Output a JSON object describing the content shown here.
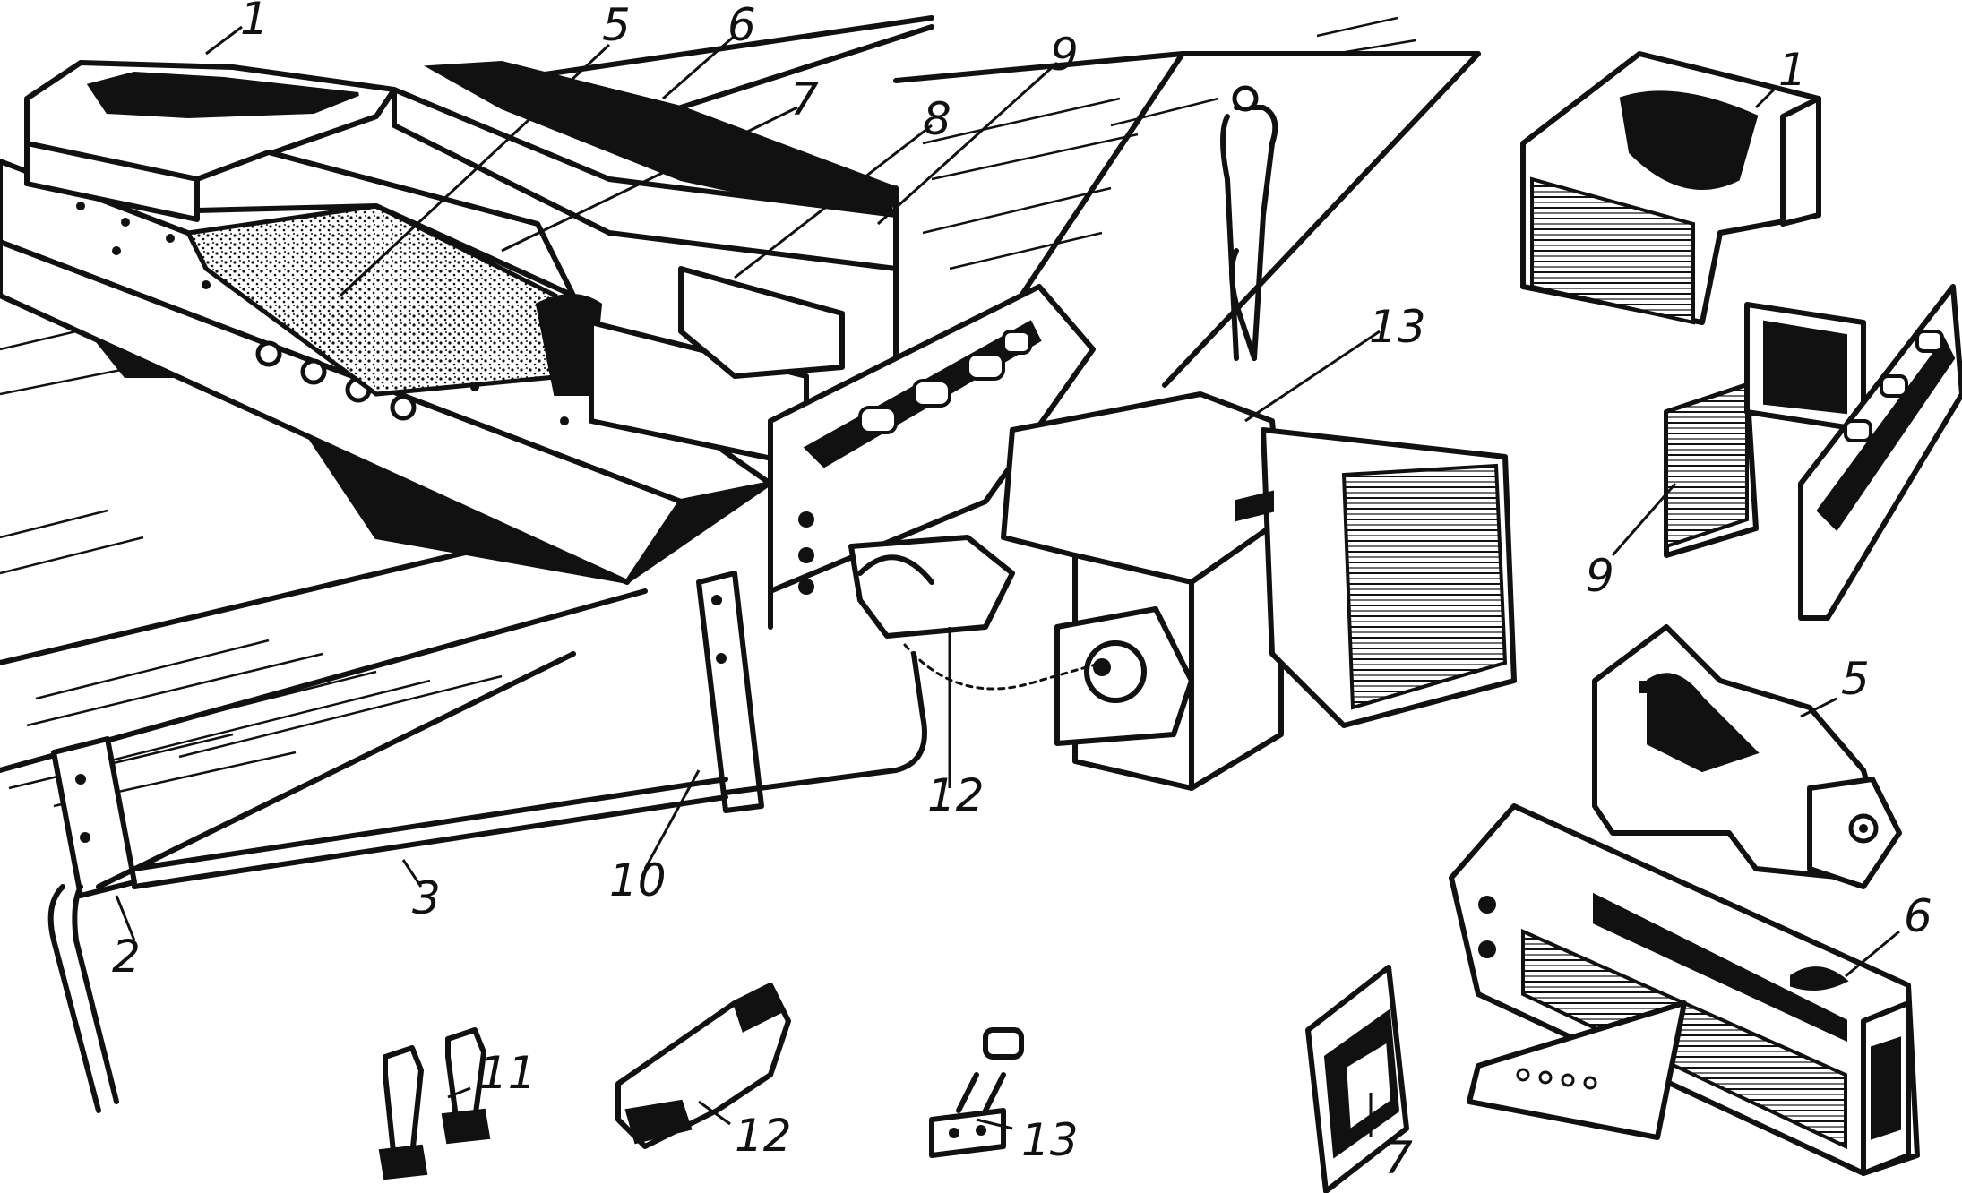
{
  "colors": {
    "ink": "#111111",
    "paper": "#ffffff"
  },
  "callouts": {
    "main_1": "1",
    "main_5": "5",
    "main_6": "6",
    "main_7": "7",
    "main_8": "8",
    "main_9": "9",
    "main_13": "13",
    "main_12": "12",
    "main_10": "10",
    "main_3": "3",
    "main_2": "2",
    "detail_1": "1",
    "detail_9": "9",
    "detail_5": "5",
    "detail_6": "6",
    "detail_7": "7",
    "detail_11": "11",
    "detail_12": "12",
    "detail_13": "13"
  }
}
